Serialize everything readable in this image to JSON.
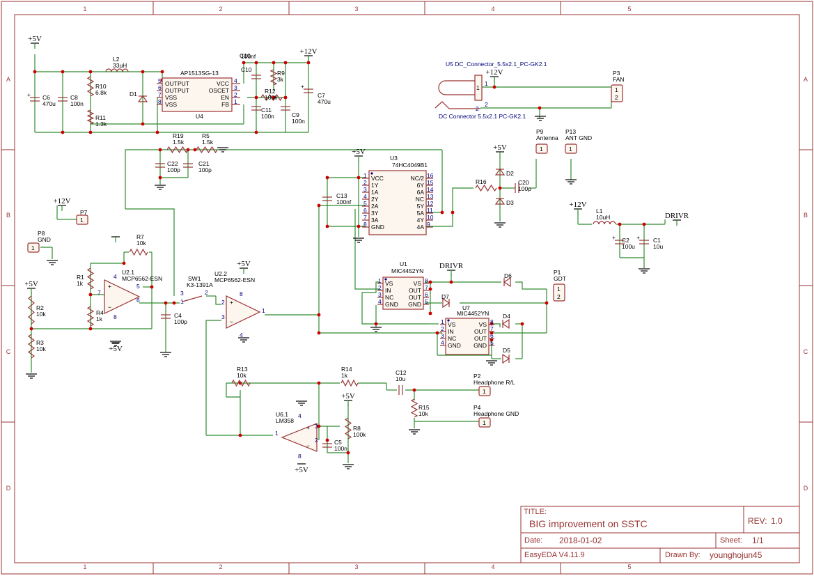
{
  "title_block": {
    "title_label": "TITLE:",
    "title": "BIG improvement on SSTC",
    "rev_label": "REV:",
    "rev": "1.0",
    "date_label": "Date:",
    "date": "2018-01-02",
    "sheet_label": "Sheet:",
    "sheet": "1/1",
    "tool": "EasyEDA V4.11.9",
    "drawn_label": "Drawn By:",
    "drawn_by": "younghojun45"
  },
  "grid": {
    "cols": [
      "1",
      "2",
      "3",
      "4",
      "5"
    ],
    "rows": [
      "A",
      "B",
      "C",
      "D"
    ]
  },
  "power": {
    "p5v": "+5V",
    "p12v": "+12V",
    "drivr": "DRIVR"
  },
  "u4": {
    "ref": "U4",
    "name": "AP1513SG-13",
    "left_pins": [
      [
        "5",
        "OUTPUT"
      ],
      [
        "6",
        "OUTPUT"
      ],
      [
        "7",
        "VSS"
      ],
      [
        "8",
        "VSS"
      ]
    ],
    "right_pins": [
      [
        "4",
        "VCC"
      ],
      [
        "3",
        "OSCET"
      ],
      [
        "2",
        "EN"
      ],
      [
        "1",
        "FB"
      ]
    ]
  },
  "u3": {
    "ref": "U3",
    "name": "74HC4049B1",
    "left_pins": [
      [
        "1",
        "VCC"
      ],
      [
        "2",
        "1Y"
      ],
      [
        "3",
        "1A"
      ],
      [
        "4",
        "2Y"
      ],
      [
        "5",
        "2A"
      ],
      [
        "6",
        "3Y"
      ],
      [
        "7",
        "3A"
      ],
      [
        "8",
        "GND"
      ]
    ],
    "right_pins": [
      [
        "16",
        "NC/2"
      ],
      [
        "15",
        "6Y"
      ],
      [
        "14",
        "6A"
      ],
      [
        "13",
        "NC"
      ],
      [
        "12",
        "5Y"
      ],
      [
        "11",
        "5A"
      ],
      [
        "10",
        "4Y"
      ],
      [
        "9",
        "4A"
      ]
    ]
  },
  "u1": {
    "ref": "U1",
    "name": "MIC4452YN",
    "left_pins": [
      [
        "1",
        "VS"
      ],
      [
        "2",
        "IN"
      ],
      [
        "3",
        "NC"
      ],
      [
        "4",
        "GND"
      ]
    ],
    "right_pins": [
      [
        "8",
        "VS"
      ],
      [
        "7",
        "OUT"
      ],
      [
        "6",
        "OUT"
      ],
      [
        "5",
        "GND"
      ]
    ]
  },
  "u7": {
    "ref": "U7",
    "name": "MIC4452YN",
    "left_pins": [
      [
        "1",
        "VS"
      ],
      [
        "2",
        "IN"
      ],
      [
        "3",
        "NC"
      ],
      [
        "4",
        "GND"
      ]
    ],
    "right_pins": [
      [
        "8",
        "VS"
      ],
      [
        "7",
        "OUT"
      ],
      [
        "6",
        "OUT"
      ],
      [
        "5",
        "GND"
      ]
    ]
  },
  "u21": {
    "ref": "U2.1",
    "name": "MCP6562-ESN",
    "pins": [
      "4",
      "7",
      "5",
      "6",
      "8"
    ]
  },
  "u22": {
    "ref": "U2.2",
    "name": "MCP6562-ESN",
    "pins": [
      "8",
      "2",
      "3",
      "1",
      "4"
    ]
  },
  "u61": {
    "ref": "U6.1",
    "name": "LM358",
    "pins": [
      "4",
      "3",
      "2",
      "1",
      "8"
    ]
  },
  "sw1": {
    "ref": "SW1",
    "name": "K3-1391A",
    "pins": [
      "3",
      "1",
      "2"
    ]
  },
  "u5": {
    "ref": "U5",
    "name": "DC_Connector_5.5x2.1_PC-GK2.1",
    "desc": "DC Connector 5.5x2.1 PC-GK2.1",
    "pins": [
      "1",
      "2",
      "2"
    ]
  },
  "passives": [
    [
      "L2",
      "33uH"
    ],
    [
      "D1",
      ""
    ],
    [
      "R10",
      "6.8k"
    ],
    [
      "R11",
      "1.3k"
    ],
    [
      "C6",
      "470u"
    ],
    [
      "C8",
      "100n"
    ],
    [
      "C10",
      "100nf"
    ],
    [
      "R9",
      "3k"
    ],
    [
      "R12",
      "100k"
    ],
    [
      "C11",
      "100n"
    ],
    [
      "C9",
      "100n"
    ],
    [
      "C7",
      "470u"
    ],
    [
      "R19",
      "1.5k"
    ],
    [
      "R5",
      "1.5k"
    ],
    [
      "C22",
      "100p"
    ],
    [
      "C21",
      "100p"
    ],
    [
      "C13",
      "100nf"
    ],
    [
      "R16",
      ""
    ],
    [
      "C20",
      "100p"
    ],
    [
      "D2",
      ""
    ],
    [
      "D3",
      ""
    ],
    [
      "R7",
      "10k"
    ],
    [
      "R1",
      "1k"
    ],
    [
      "R4",
      "1k"
    ],
    [
      "R2",
      "10k"
    ],
    [
      "R3",
      "10k"
    ],
    [
      "C4",
      "100p"
    ],
    [
      "L1",
      "10uH"
    ],
    [
      "C2",
      "100u"
    ],
    [
      "C1",
      "10u"
    ],
    [
      "D6",
      ""
    ],
    [
      "D7",
      ""
    ],
    [
      "D4",
      ""
    ],
    [
      "D5",
      ""
    ],
    [
      "R13",
      "10k"
    ],
    [
      "R14",
      "1k"
    ],
    [
      "C12",
      "10u"
    ],
    [
      "R15",
      "10k"
    ],
    [
      "R8",
      "100k"
    ],
    [
      "C5",
      "100n"
    ]
  ],
  "connectors": [
    [
      "P3",
      "FAN",
      [
        "1",
        "2"
      ]
    ],
    [
      "P9",
      "Antenna",
      [
        "1"
      ]
    ],
    [
      "P13",
      "ANT GND",
      [
        "1"
      ]
    ],
    [
      "P7",
      "",
      [
        "1"
      ]
    ],
    [
      "P8",
      "GND",
      [
        "1"
      ]
    ],
    [
      "P1",
      "GDT",
      [
        "1",
        "2"
      ]
    ],
    [
      "P2",
      "Headphone R/L",
      [
        "1"
      ]
    ],
    [
      "P4",
      "Headphone GND",
      [
        "1"
      ]
    ]
  ]
}
